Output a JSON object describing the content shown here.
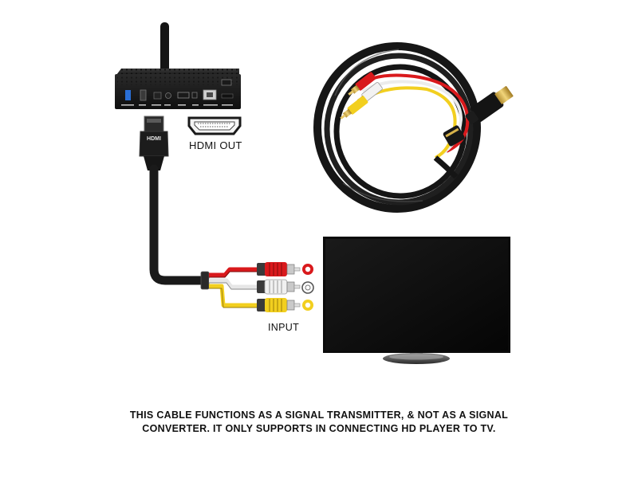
{
  "labels": {
    "hdmi_out": "HDMI OUT",
    "input": "INPUT",
    "plug_logo": "HDMI"
  },
  "caption": {
    "line1": "THIS CABLE FUNCTIONS AS A SIGNAL TRANSMITTER, & NOT AS A SIGNAL",
    "line2": "CONVERTER. IT ONLY SUPPORTS IN CONNECTING HD PLAYER TO TV."
  },
  "colors": {
    "cable": "#1a1a1a",
    "red": "#d9191c",
    "white": "#e9e9e9",
    "yellow": "#f2cf1f",
    "screen": "#0d0d0d"
  }
}
